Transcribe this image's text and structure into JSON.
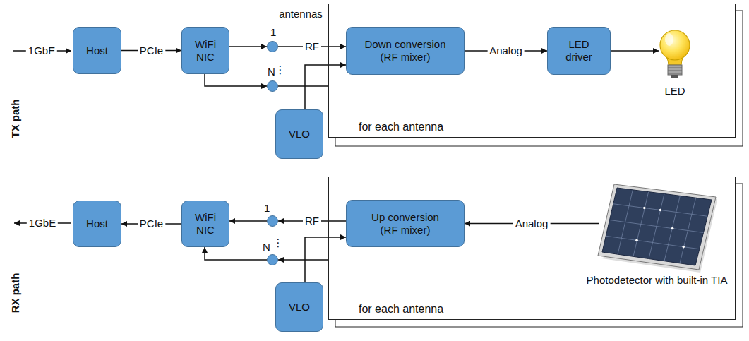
{
  "diagram": {
    "nodes": [
      {
        "text": [
          "Host"
        ]
      },
      {
        "text": [
          "WiFi NIC"
        ]
      },
      {
        "text": [
          "1"
        ]
      },
      {
        "text": [
          "N"
        ]
      },
      {
        "text": [
          "for each antenna"
        ]
      },
      {
        "text": [
          "Down conversion (RF mixer)"
        ],
        "in": 4
      },
      {
        "text": [
          "LED driver"
        ],
        "in": 4
      },
      {
        "text": [
          "LED"
        ],
        "in": 4
      },
      {
        "text": [
          "VLO"
        ]
      },
      {
        "text": [
          "Host"
        ]
      },
      {
        "text": [
          "WiFi NIC"
        ]
      },
      {
        "text": [
          "1"
        ]
      },
      {
        "text": [
          "N"
        ]
      },
      {
        "text": [
          "for each antenna"
        ]
      },
      {
        "text": [
          "Up conversion (RF mixer)"
        ],
        "in": 13
      },
      {
        "text": [
          "Photodetector with built-in TIA"
        ],
        "in": 13
      },
      {
        "text": [
          "VLO"
        ]
      }
    ],
    "edges": [
      {
        "from": 0,
        "to": 1,
        "label": "PCIe",
        "arrow": "to"
      },
      {
        "from": 1,
        "to": 2,
        "arrow": "to"
      },
      {
        "from": 1,
        "to": 3,
        "arrow": "to"
      },
      {
        "from": 2,
        "to": 5,
        "label": "RF",
        "arrow": "to"
      },
      {
        "from": 3,
        "to": 4,
        "arrow": "none"
      },
      {
        "from": 8,
        "to": 5,
        "arrow": "to"
      },
      {
        "from": 5,
        "to": 6,
        "label": "Analog",
        "arrow": "to"
      },
      {
        "from": 6,
        "to": 7,
        "arrow": "to"
      },
      {
        "from": 10,
        "to": 9,
        "label": "PCIe",
        "arrow": "to"
      },
      {
        "from": 11,
        "to": 10,
        "arrow": "to"
      },
      {
        "from": 12,
        "to": 10,
        "arrow": "to"
      },
      {
        "from": 14,
        "to": 11,
        "label": "RF",
        "arrow": "to"
      },
      {
        "from": 13,
        "to": 12,
        "arrow": "to"
      },
      {
        "from": 16,
        "to": 14,
        "arrow": "to"
      },
      {
        "from": 15,
        "to": 14,
        "label": "Analog",
        "arrow": "to"
      }
    ],
    "labels": [
      "antennas",
      "1GbE",
      "⋮",
      "TX path",
      "1GbE",
      "⋮",
      "RX path"
    ]
  }
}
